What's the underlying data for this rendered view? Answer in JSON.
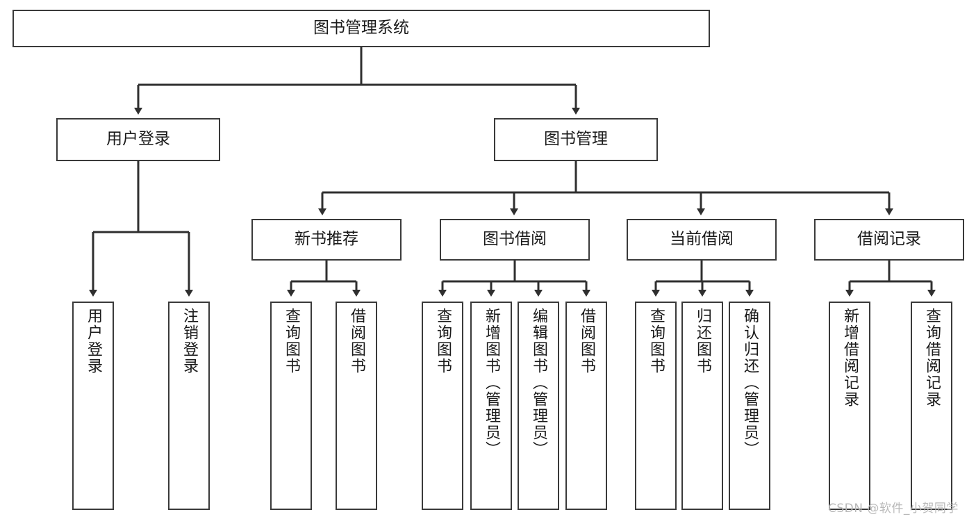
{
  "diagram": {
    "title": "图书管理系统",
    "type": "hierarchy-tree",
    "background_color": "#ffffff",
    "box_border_color": "#3a3a3a",
    "edge_color": "#2f2f2f",
    "text_color": "#1a1a1a"
  },
  "root": {
    "label": "图书管理系统"
  },
  "level1": [
    {
      "label": "用户登录"
    },
    {
      "label": "图书管理"
    }
  ],
  "level2": [
    {
      "label": "新书推荐"
    },
    {
      "label": "图书借阅"
    },
    {
      "label": "当前借阅"
    },
    {
      "label": "借阅记录"
    }
  ],
  "leaves": {
    "user_login": [
      {
        "label": "用户登录"
      },
      {
        "label": "注销登录"
      }
    ],
    "new_book_recommend": [
      {
        "label": "查询图书"
      },
      {
        "label": "借阅图书"
      }
    ],
    "book_borrow": [
      {
        "label": "查询图书"
      },
      {
        "label": "新增图书（管理员）"
      },
      {
        "label": "编辑图书（管理员）"
      },
      {
        "label": "借阅图书"
      }
    ],
    "current_borrow": [
      {
        "label": "查询图书"
      },
      {
        "label": "归还图书"
      },
      {
        "label": "确认归还（管理员）"
      }
    ],
    "borrow_record": [
      {
        "label": "新增借阅记录"
      },
      {
        "label": "查询借阅记录"
      }
    ]
  },
  "watermark": {
    "text": "CSDN @软件_小贺同学",
    "color": "#b9b9b9"
  }
}
